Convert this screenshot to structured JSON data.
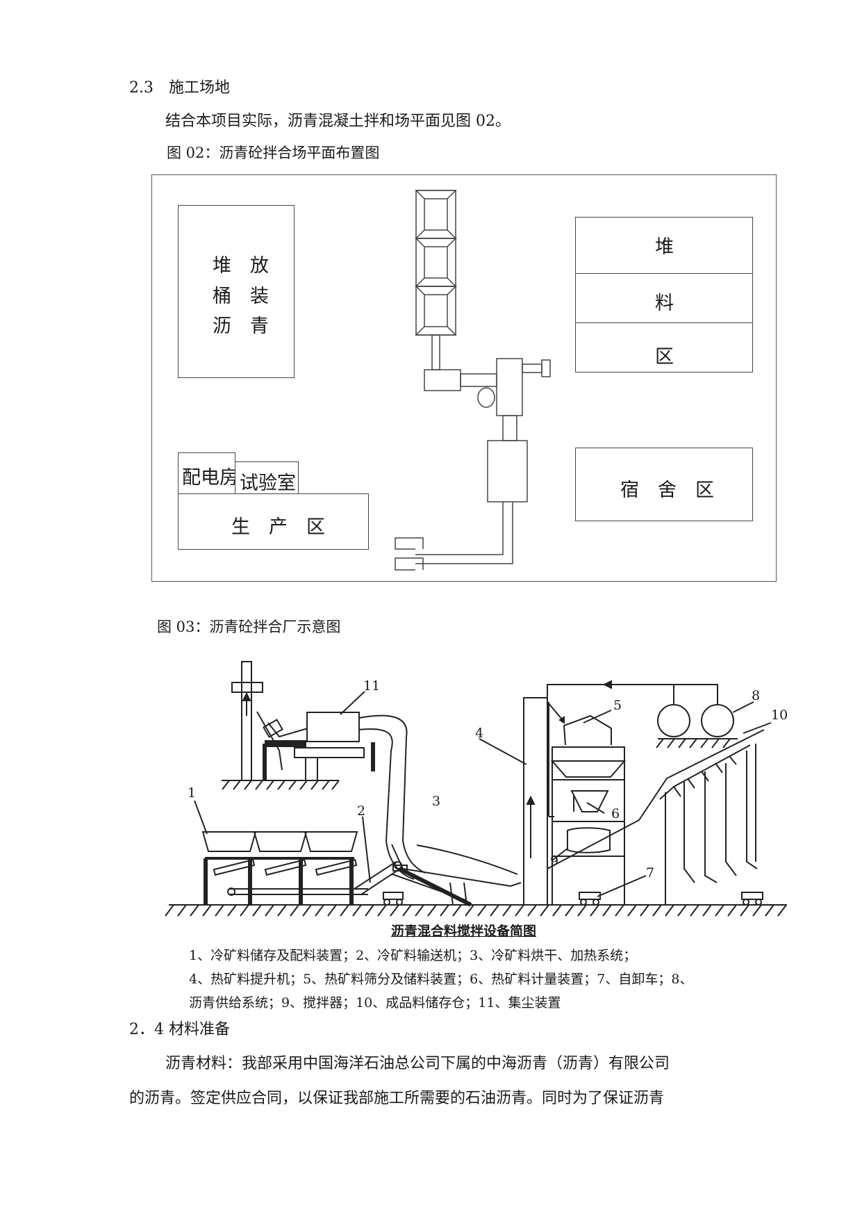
{
  "section_23": {
    "heading": "2.3　施工场地",
    "intro": "结合本项目实际，沥青混凝土拌和场平面见图 02。",
    "fig02_caption": "图 02：沥青砼拌合场平面布置图"
  },
  "layout_plan": {
    "asphalt_storage": [
      "堆　放",
      "桶　装",
      "沥　青"
    ],
    "stockpile": [
      "堆",
      "料",
      "区"
    ],
    "power_room": "配电房",
    "lab": "试验室",
    "production": "生　产　区",
    "dormitory": "宿　舍　区"
  },
  "fig03_caption": "图 03：沥青砼拌合厂示意图",
  "plant_diagram": {
    "numbers": [
      "1",
      "2",
      "3",
      "4",
      "5",
      "6",
      "7",
      "8",
      "9",
      "10",
      "11"
    ],
    "title": "沥青混合料搅拌设备简图",
    "legend_lines": [
      "1、冷矿料储存及配料装置；2、冷矿料输送机；3、冷矿料烘干、加热系统；",
      "4、热矿料提升机；5、热矿料筛分及储料装置；6、热矿料计量装置；7、自卸车；8、",
      "沥青供给系统；9、搅拌器；10、成品料储存仓；11、集尘装置"
    ]
  },
  "section_24": {
    "heading": "2．4 材料准备",
    "para_line1": "沥青材料：我部采用中国海洋石油总公司下属的中海沥青（沥青）有限公司",
    "para_line2": "的沥青。签定供应合同，以保证我部施工所需要的石油沥青。同时为了保证沥青"
  }
}
